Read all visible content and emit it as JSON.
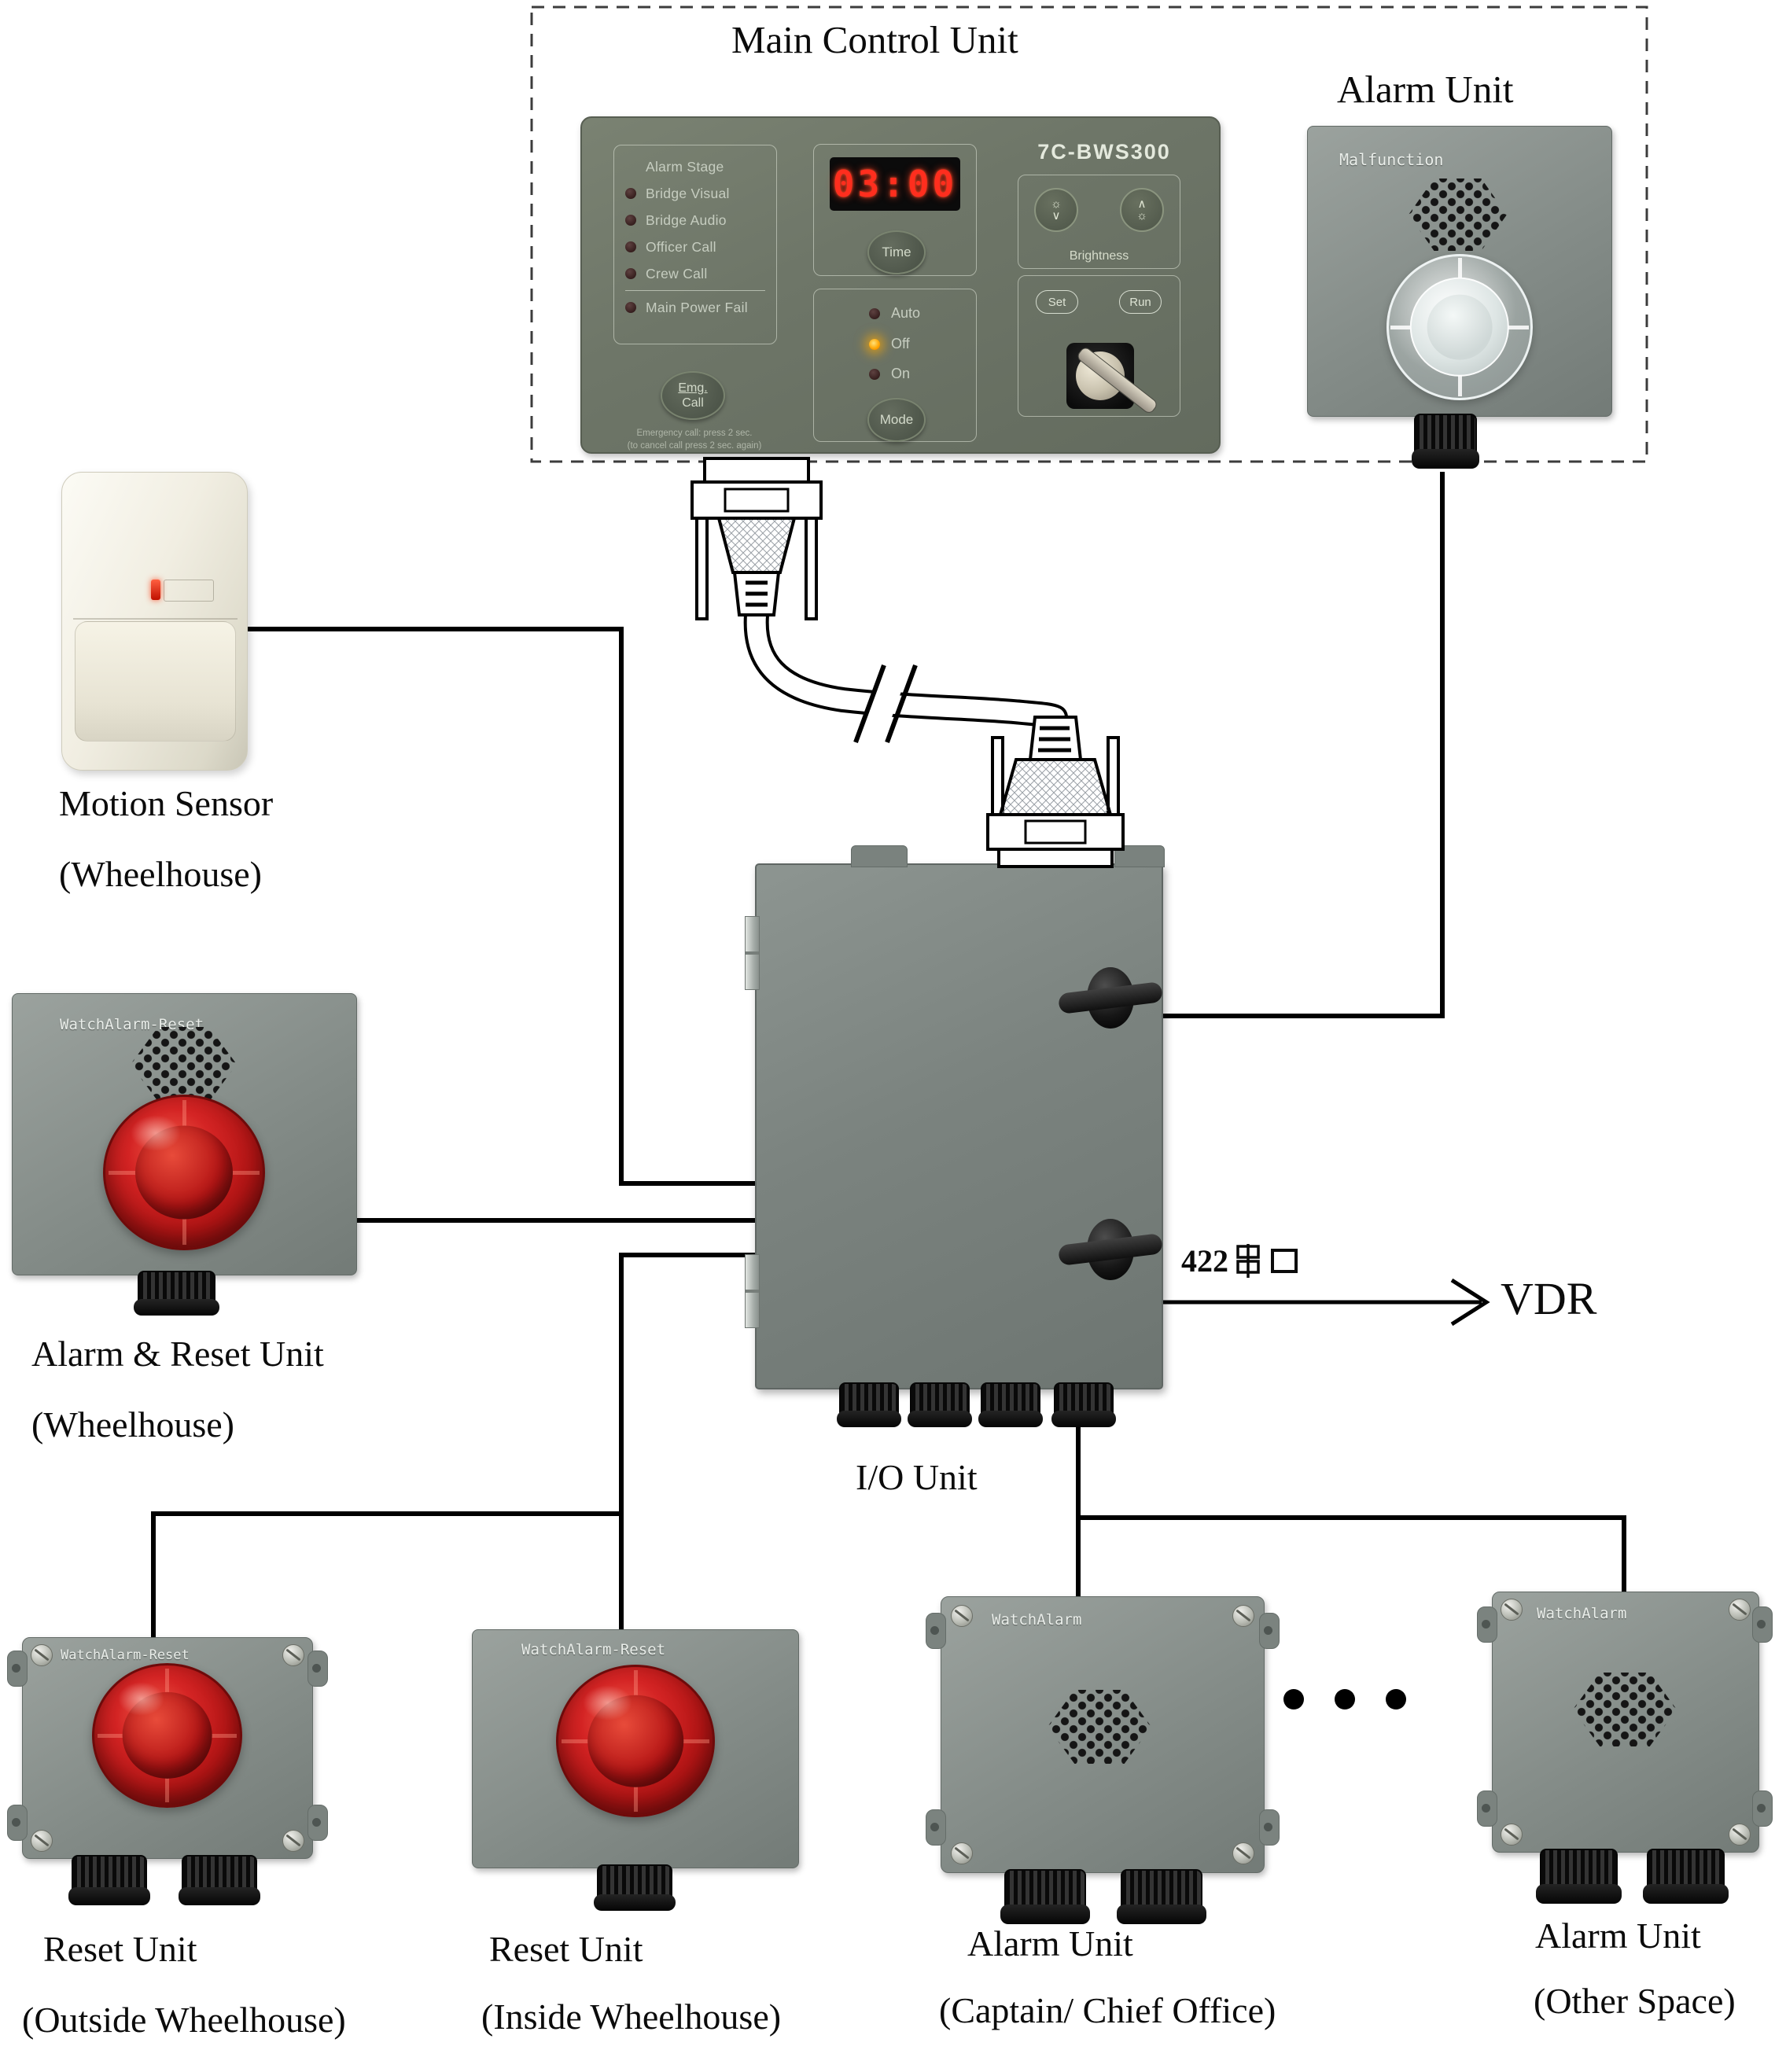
{
  "header": {
    "main_title": "Main Control Unit",
    "alarm_title": "Alarm Unit"
  },
  "panel": {
    "model": "7C-BWS300",
    "alarm_header": "Alarm Stage",
    "leds": [
      "Bridge Visual",
      "Bridge Audio",
      "Officer  Call",
      "Crew  Call"
    ],
    "power_led": "Main Power Fail",
    "emg_top": "Emg.",
    "emg_bottom": "Call",
    "note_line1": "Emergency call: press 2 sec.",
    "note_line2": "(to cancel call  press 2 sec. again)",
    "display_value": "03:00",
    "time_button": "Time",
    "mode_leds": [
      "Auto",
      "Off",
      "On"
    ],
    "mode_active": "Off",
    "mode_button": "Mode",
    "brightness_label": "Brightness",
    "brightness_down_icon": "☼",
    "brightness_down_chevron": "∨",
    "brightness_up_chevron": "∧",
    "brightness_up_icon": "☼",
    "set_button": "Set",
    "run_button": "Run"
  },
  "alarm_unit_top": {
    "device_label": "Malfunction"
  },
  "motion_sensor": {
    "title": "Motion Sensor",
    "location": "(Wheelhouse)"
  },
  "alarm_reset_unit": {
    "device_label": "WatchAlarm-Reset",
    "title": "Alarm & Reset Unit",
    "location": "(Wheelhouse)"
  },
  "io_unit": {
    "title": "I/O Unit"
  },
  "vdr": {
    "bus_label": "422串口",
    "bus_number": "422",
    "target": "VDR"
  },
  "bottom_units": [
    {
      "device_label": "WatchAlarm-Reset",
      "title": "Reset Unit",
      "location": "(Outside Wheelhouse)"
    },
    {
      "device_label": "WatchAlarm-Reset",
      "title": "Reset Unit",
      "location": "(Inside Wheelhouse)"
    },
    {
      "device_label": "WatchAlarm",
      "title": "Alarm Unit",
      "location": "(Captain/ Chief Office)"
    },
    {
      "device_label": "WatchAlarm",
      "title": "Alarm Unit",
      "location": "(Other Space)"
    }
  ],
  "colors": {
    "panel_body": "#6e766c",
    "enclosure_gray": "#858d8a",
    "dome_red": "#c01d1d",
    "led_active": "#ffa500",
    "digit_red": "#ff2e1e"
  }
}
